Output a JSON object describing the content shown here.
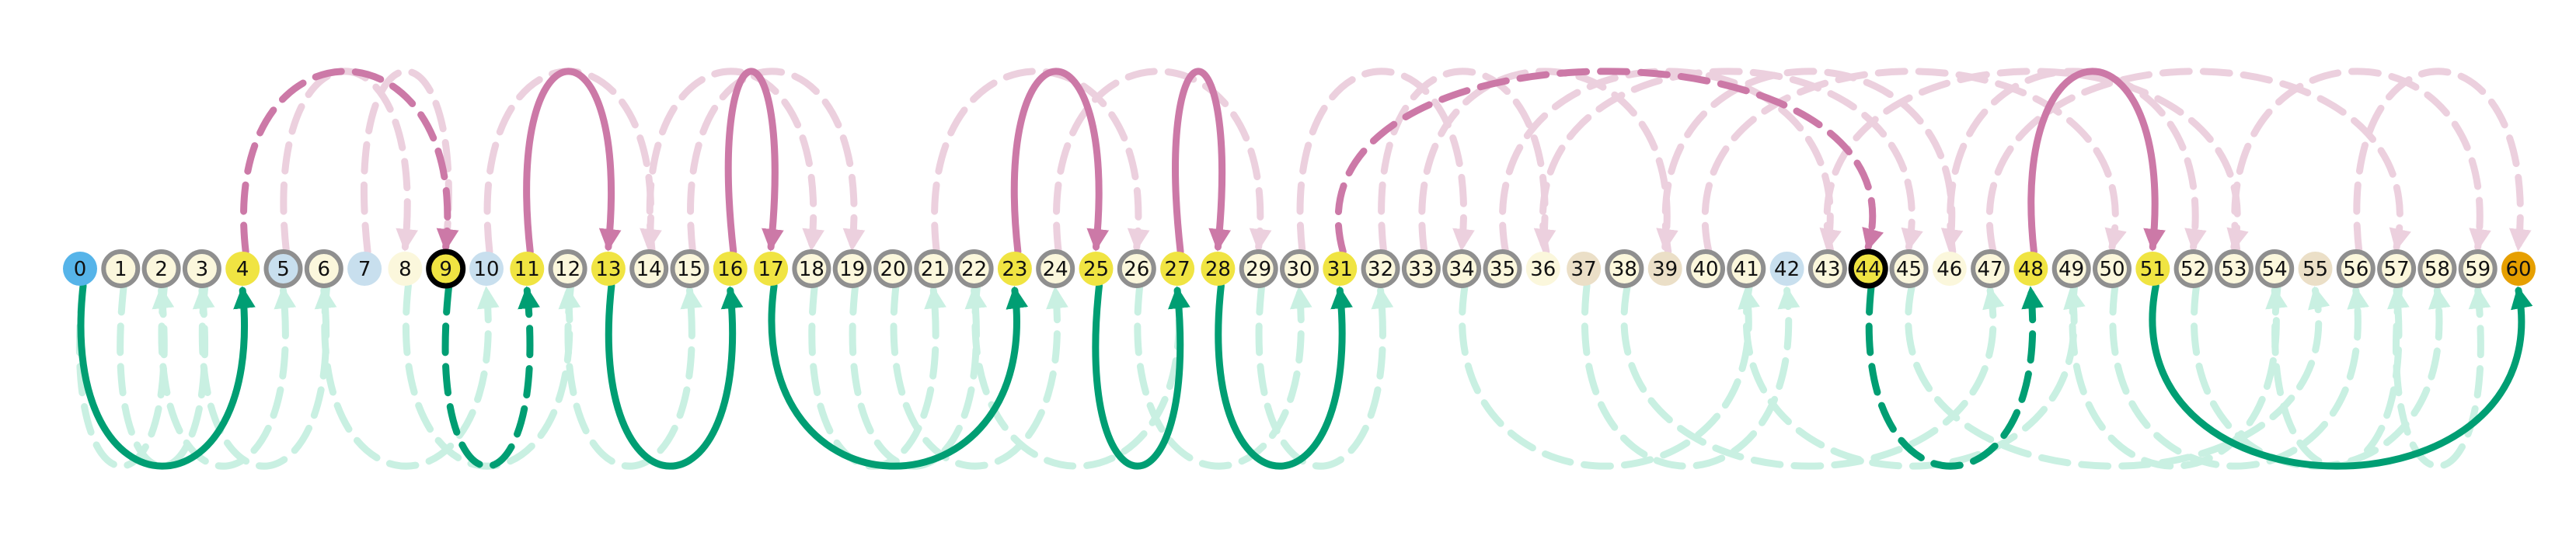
{
  "colors": {
    "green": "#009E73",
    "green_faint": "#c9f0e2",
    "pink": "#CC79A7",
    "pink_faint": "#ecd0de",
    "ring": "#8f8f8f",
    "ring_bold": "#000000",
    "fill_cream": "#fbf7dc",
    "fill_yellow": "#f0e442",
    "fill_blue": "#56B4E9",
    "fill_lightblue": "#c8dfee",
    "fill_beige": "#ebdfc7",
    "fill_orange": "#E69F00"
  },
  "nodes": [
    {
      "label": "0",
      "style": "blue"
    },
    {
      "label": "1",
      "style": "cream"
    },
    {
      "label": "2",
      "style": "cream"
    },
    {
      "label": "3",
      "style": "cream"
    },
    {
      "label": "4",
      "style": "yellow"
    },
    {
      "label": "5",
      "style": "lightblue"
    },
    {
      "label": "6",
      "style": "cream"
    },
    {
      "label": "7",
      "style": "lightblue_plain"
    },
    {
      "label": "8",
      "style": "cream_plain"
    },
    {
      "label": "9",
      "style": "yellow_bold"
    },
    {
      "label": "10",
      "style": "lightblue_plain"
    },
    {
      "label": "11",
      "style": "yellow"
    },
    {
      "label": "12",
      "style": "cream"
    },
    {
      "label": "13",
      "style": "yellow"
    },
    {
      "label": "14",
      "style": "cream"
    },
    {
      "label": "15",
      "style": "cream"
    },
    {
      "label": "16",
      "style": "yellow"
    },
    {
      "label": "17",
      "style": "yellow"
    },
    {
      "label": "18",
      "style": "cream"
    },
    {
      "label": "19",
      "style": "cream"
    },
    {
      "label": "20",
      "style": "cream"
    },
    {
      "label": "21",
      "style": "cream"
    },
    {
      "label": "22",
      "style": "cream"
    },
    {
      "label": "23",
      "style": "yellow"
    },
    {
      "label": "24",
      "style": "cream"
    },
    {
      "label": "25",
      "style": "yellow"
    },
    {
      "label": "26",
      "style": "cream"
    },
    {
      "label": "27",
      "style": "yellow"
    },
    {
      "label": "28",
      "style": "yellow"
    },
    {
      "label": "29",
      "style": "cream"
    },
    {
      "label": "30",
      "style": "cream"
    },
    {
      "label": "31",
      "style": "yellow"
    },
    {
      "label": "32",
      "style": "cream"
    },
    {
      "label": "33",
      "style": "cream"
    },
    {
      "label": "34",
      "style": "cream"
    },
    {
      "label": "35",
      "style": "cream"
    },
    {
      "label": "36",
      "style": "cream_plain"
    },
    {
      "label": "37",
      "style": "beige_plain"
    },
    {
      "label": "38",
      "style": "cream"
    },
    {
      "label": "39",
      "style": "beige_plain"
    },
    {
      "label": "40",
      "style": "cream"
    },
    {
      "label": "41",
      "style": "cream"
    },
    {
      "label": "42",
      "style": "lightblue_plain"
    },
    {
      "label": "43",
      "style": "cream"
    },
    {
      "label": "44",
      "style": "yellow_bold"
    },
    {
      "label": "45",
      "style": "cream"
    },
    {
      "label": "46",
      "style": "cream_plain"
    },
    {
      "label": "47",
      "style": "cream"
    },
    {
      "label": "48",
      "style": "yellow"
    },
    {
      "label": "49",
      "style": "cream"
    },
    {
      "label": "50",
      "style": "cream"
    },
    {
      "label": "51",
      "style": "yellow"
    },
    {
      "label": "52",
      "style": "cream"
    },
    {
      "label": "53",
      "style": "cream"
    },
    {
      "label": "54",
      "style": "cream"
    },
    {
      "label": "55",
      "style": "beige_plain"
    },
    {
      "label": "56",
      "style": "cream"
    },
    {
      "label": "57",
      "style": "cream"
    },
    {
      "label": "58",
      "style": "cream"
    },
    {
      "label": "59",
      "style": "cream"
    },
    {
      "label": "60",
      "style": "orange"
    }
  ],
  "main_edges": [
    {
      "from": 0,
      "to": 4,
      "color": "green",
      "dashed": false
    },
    {
      "from": 4,
      "to": 9,
      "color": "pink",
      "dashed": true
    },
    {
      "from": 9,
      "to": 11,
      "color": "green",
      "dashed": true
    },
    {
      "from": 11,
      "to": 13,
      "color": "pink",
      "dashed": false
    },
    {
      "from": 13,
      "to": 16,
      "color": "green",
      "dashed": false
    },
    {
      "from": 16,
      "to": 17,
      "color": "pink",
      "dashed": false
    },
    {
      "from": 17,
      "to": 23,
      "color": "green",
      "dashed": false
    },
    {
      "from": 23,
      "to": 25,
      "color": "pink",
      "dashed": false
    },
    {
      "from": 25,
      "to": 27,
      "color": "green",
      "dashed": false
    },
    {
      "from": 27,
      "to": 28,
      "color": "pink",
      "dashed": false
    },
    {
      "from": 28,
      "to": 31,
      "color": "green",
      "dashed": false
    },
    {
      "from": 31,
      "to": 44,
      "color": "pink",
      "dashed": true
    },
    {
      "from": 44,
      "to": 48,
      "color": "green",
      "dashed": true
    },
    {
      "from": 48,
      "to": 51,
      "color": "pink",
      "dashed": false
    },
    {
      "from": 51,
      "to": 60,
      "color": "green",
      "dashed": false
    }
  ],
  "faint_edges": [
    {
      "from": 1,
      "to": 3,
      "color": "green"
    },
    {
      "from": 0,
      "to": 2,
      "color": "green"
    },
    {
      "from": 2,
      "to": 5,
      "color": "green"
    },
    {
      "from": 3,
      "to": 6,
      "color": "green"
    },
    {
      "from": 6,
      "to": 10,
      "color": "green"
    },
    {
      "from": 5,
      "to": 8,
      "color": "pink"
    },
    {
      "from": 7,
      "to": 9,
      "color": "pink"
    },
    {
      "from": 8,
      "to": 12,
      "color": "green"
    },
    {
      "from": 10,
      "to": 14,
      "color": "pink"
    },
    {
      "from": 12,
      "to": 15,
      "color": "green"
    },
    {
      "from": 14,
      "to": 18,
      "color": "pink"
    },
    {
      "from": 15,
      "to": 19,
      "color": "pink"
    },
    {
      "from": 18,
      "to": 21,
      "color": "green"
    },
    {
      "from": 19,
      "to": 22,
      "color": "green"
    },
    {
      "from": 20,
      "to": 24,
      "color": "green"
    },
    {
      "from": 21,
      "to": 26,
      "color": "pink"
    },
    {
      "from": 22,
      "to": 27,
      "color": "green"
    },
    {
      "from": 24,
      "to": 29,
      "color": "pink"
    },
    {
      "from": 26,
      "to": 30,
      "color": "green"
    },
    {
      "from": 29,
      "to": 32,
      "color": "green"
    },
    {
      "from": 30,
      "to": 34,
      "color": "pink"
    },
    {
      "from": 32,
      "to": 36,
      "color": "pink"
    },
    {
      "from": 33,
      "to": 39,
      "color": "pink"
    },
    {
      "from": 34,
      "to": 41,
      "color": "green"
    },
    {
      "from": 35,
      "to": 43,
      "color": "pink"
    },
    {
      "from": 36,
      "to": 45,
      "color": "pink"
    },
    {
      "from": 37,
      "to": 42,
      "color": "green"
    },
    {
      "from": 38,
      "to": 47,
      "color": "green"
    },
    {
      "from": 39,
      "to": 46,
      "color": "pink"
    },
    {
      "from": 40,
      "to": 50,
      "color": "pink"
    },
    {
      "from": 41,
      "to": 49,
      "color": "green"
    },
    {
      "from": 43,
      "to": 53,
      "color": "pink"
    },
    {
      "from": 45,
      "to": 55,
      "color": "green"
    },
    {
      "from": 46,
      "to": 52,
      "color": "pink"
    },
    {
      "from": 47,
      "to": 57,
      "color": "pink"
    },
    {
      "from": 49,
      "to": 54,
      "color": "green"
    },
    {
      "from": 50,
      "to": 56,
      "color": "green"
    },
    {
      "from": 52,
      "to": 58,
      "color": "green"
    },
    {
      "from": 53,
      "to": 59,
      "color": "pink"
    },
    {
      "from": 54,
      "to": 57,
      "color": "green"
    },
    {
      "from": 56,
      "to": 60,
      "color": "pink"
    },
    {
      "from": 57,
      "to": 59,
      "color": "green"
    }
  ]
}
